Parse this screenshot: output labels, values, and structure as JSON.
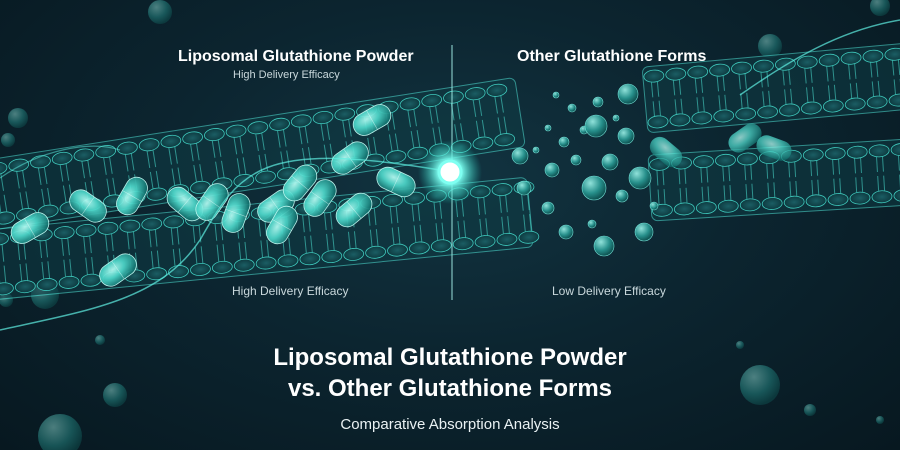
{
  "left_panel": {
    "heading": "Liposomal Glutathione Powder",
    "subheading": "High Delivery Efficacy",
    "bottom_label": "High Delivery Efficacy"
  },
  "right_panel": {
    "heading": "Other Glutathione Forms",
    "bottom_label": "Low Delivery Efficacy"
  },
  "title": {
    "line1": "Liposomal Glutathione Powder",
    "line2": "vs. Other Glutathione Forms",
    "subtitle": "Comparative Absorption Analysis"
  },
  "colors": {
    "accent": "#4fe3d6",
    "membrane": "#1d6c72",
    "background": "#0c2530"
  }
}
